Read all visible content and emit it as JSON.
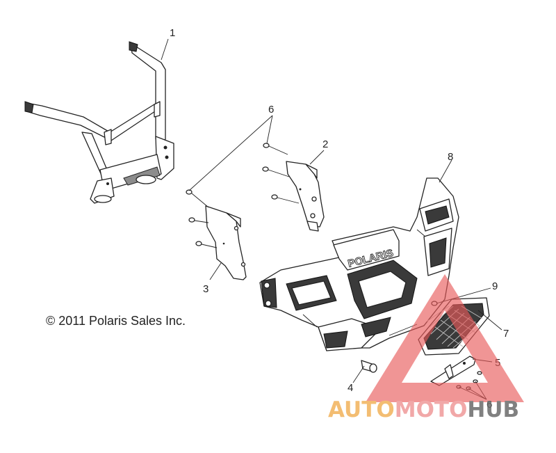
{
  "diagram": {
    "copyright": "© 2011 Polaris Sales Inc.",
    "bumper_logo": "POLARIS",
    "callouts": [
      "1",
      "2",
      "3",
      "4",
      "5",
      "6",
      "6",
      "7",
      "8",
      "9"
    ]
  },
  "watermark": {
    "part1": "AUTO",
    "part2": "MOTO",
    "part3": "HUB",
    "colors": {
      "auto": "#f2b25a",
      "moto": "#ef9a9a",
      "hub": "#6b6b6b",
      "triangle": "#e85a5a"
    }
  }
}
